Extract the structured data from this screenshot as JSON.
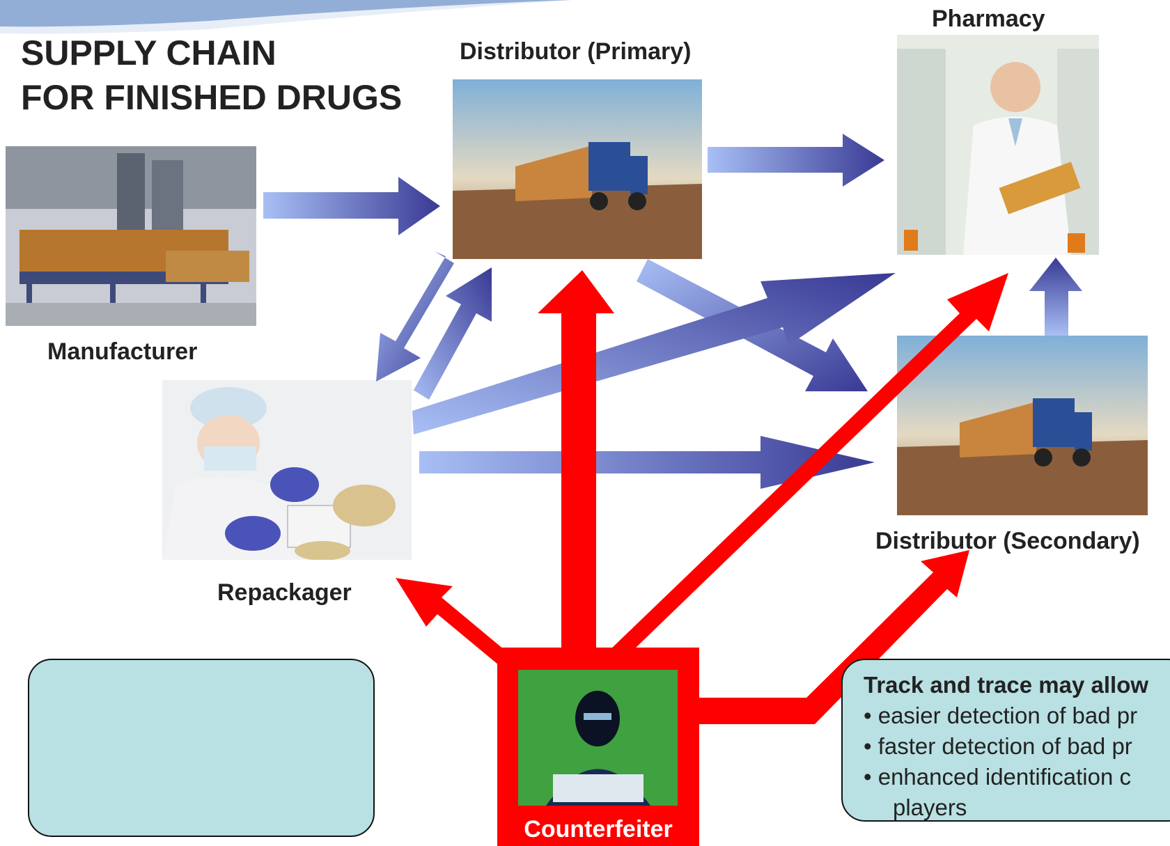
{
  "title": {
    "line1": "SUPPLY CHAIN",
    "line2": "FOR FINISHED DRUGS"
  },
  "nodes": {
    "manufacturer": "Manufacturer",
    "distributor_primary": "Distributor (Primary)",
    "pharmacy": "Pharmacy",
    "repackager": "Repackager",
    "distributor_secondary": "Distributor (Secondary)",
    "counterfeiter": "Counterfeiter"
  },
  "track_box": {
    "heading": "Track and trace may allow",
    "bullets": [
      "• easier detection of bad pr",
      "•  faster detection of bad pr",
      "•  enhanced identification c"
    ],
    "continuation": "players"
  },
  "colors": {
    "supply_arrow_light": "#9fb7f2",
    "supply_arrow_dark": "#3b3c96",
    "counterfeit_arrow": "#ff0000",
    "info_box": "#b9e0e2",
    "header_band": "#6f93c8"
  }
}
